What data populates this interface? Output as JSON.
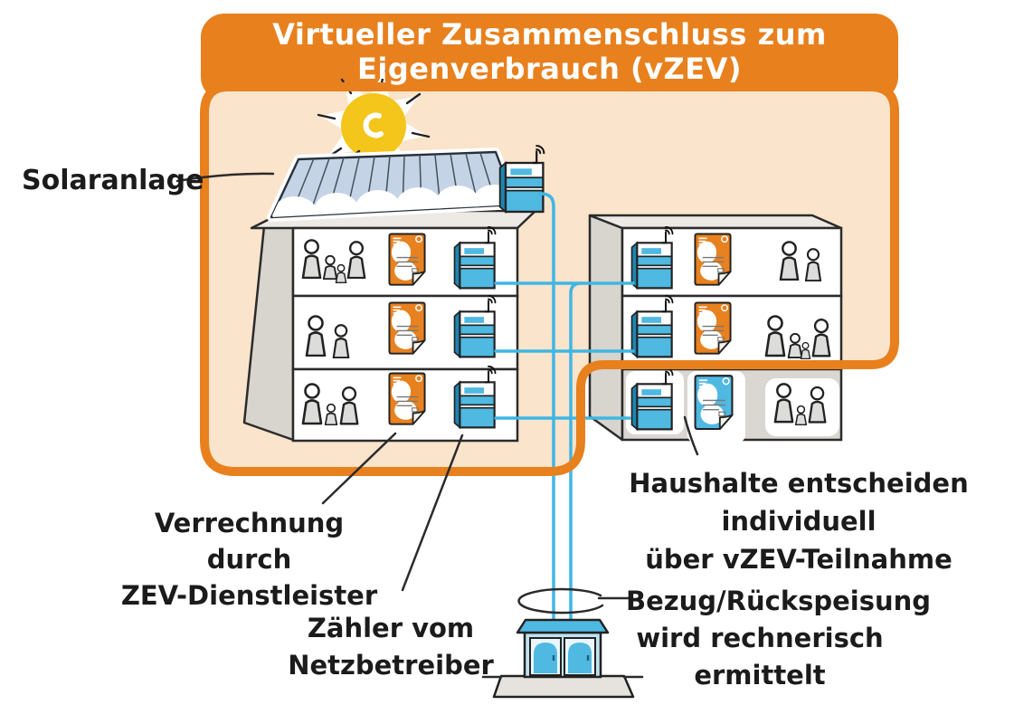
{
  "title": "Virtueller Zusammenschluss zum Eigenverbrauch (vZEV)",
  "labels": {
    "solar": "Solaranlage",
    "billing_line1": "Verrechnung durch",
    "billing_line2": "ZEV-Dienstleister",
    "meter_line1": "Zähler vom",
    "meter_line2": "Netzbetreiber",
    "households_line1": "Haushalte entscheiden individuell",
    "households_line2": "über vZEV-Teilnahme",
    "feed_line1": "Bezug/Rückspeisung",
    "feed_line2": "wird rechnerisch",
    "feed_line3": "ermittelt"
  },
  "colors": {
    "accent": "#E8801E",
    "peach": "#FAE4CB",
    "cable": "#3FB6E4",
    "meterblue": "#4FB9E2",
    "sun": "#F4C51A",
    "billorange": "#E8811F",
    "wall": "#D8D4CE",
    "excluded": "#DAD6D1",
    "panelblue": "#C5D3E6",
    "ink": "#1B1B1B"
  },
  "buildings": [
    {
      "name": "left-building",
      "has_solar_panel": true,
      "floors": [
        {
          "occupants": 4,
          "bill": "orange",
          "smart_meter": true,
          "in_vzev": true
        },
        {
          "occupants": 2,
          "bill": "orange",
          "smart_meter": true,
          "in_vzev": true
        },
        {
          "occupants": 3,
          "bill": "orange",
          "smart_meter": true,
          "in_vzev": true
        }
      ]
    },
    {
      "name": "right-building",
      "has_solar_panel": false,
      "floors": [
        {
          "occupants": 2,
          "bill": "orange",
          "smart_meter": true,
          "in_vzev": true
        },
        {
          "occupants": 4,
          "bill": "orange",
          "smart_meter": true,
          "in_vzev": true
        },
        {
          "occupants": 3,
          "bill": "blue",
          "smart_meter": true,
          "in_vzev": false
        }
      ]
    }
  ],
  "icons": [
    "sun-icon",
    "solar-panel",
    "smart-meter-icon",
    "wifi-signal-icon",
    "invoice-icon",
    "household-people-icon",
    "transformer-station-icon"
  ]
}
